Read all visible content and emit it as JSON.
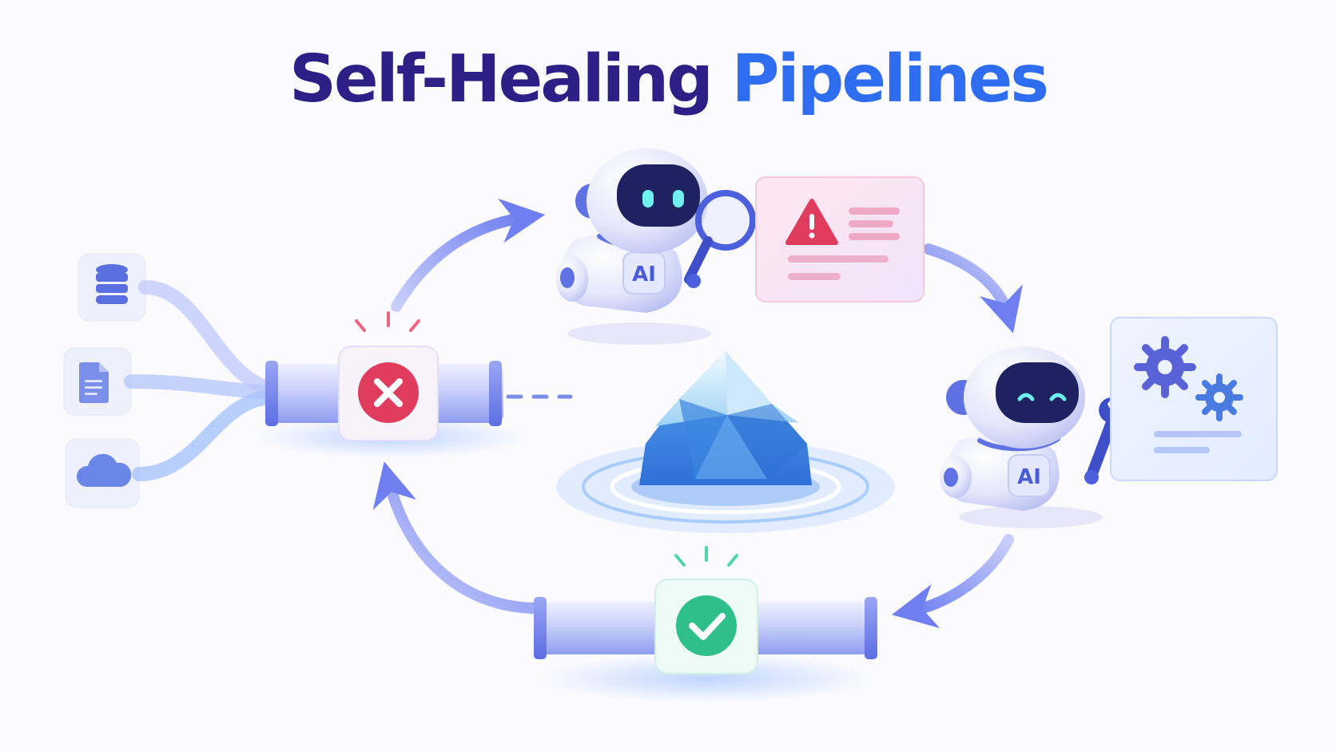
{
  "title": {
    "part1": "Self-Healing",
    "part2": "Pipelines"
  },
  "robots": {
    "inspector": {
      "badge": "AI",
      "tool": "magnifying-glass-icon"
    },
    "fixer": {
      "badge": "AI",
      "tool": "wrench-icon"
    }
  },
  "sources": [
    "database-icon",
    "document-icon",
    "cloud-icon"
  ],
  "pipeline_states": {
    "failed": "x-icon",
    "healed": "check-icon"
  },
  "colors": {
    "title_primary": "#2d1f86",
    "title_accent": "#2f6df0",
    "error": "#e03c5e",
    "success": "#2fbf8a",
    "arrow": "#7d86f0"
  }
}
